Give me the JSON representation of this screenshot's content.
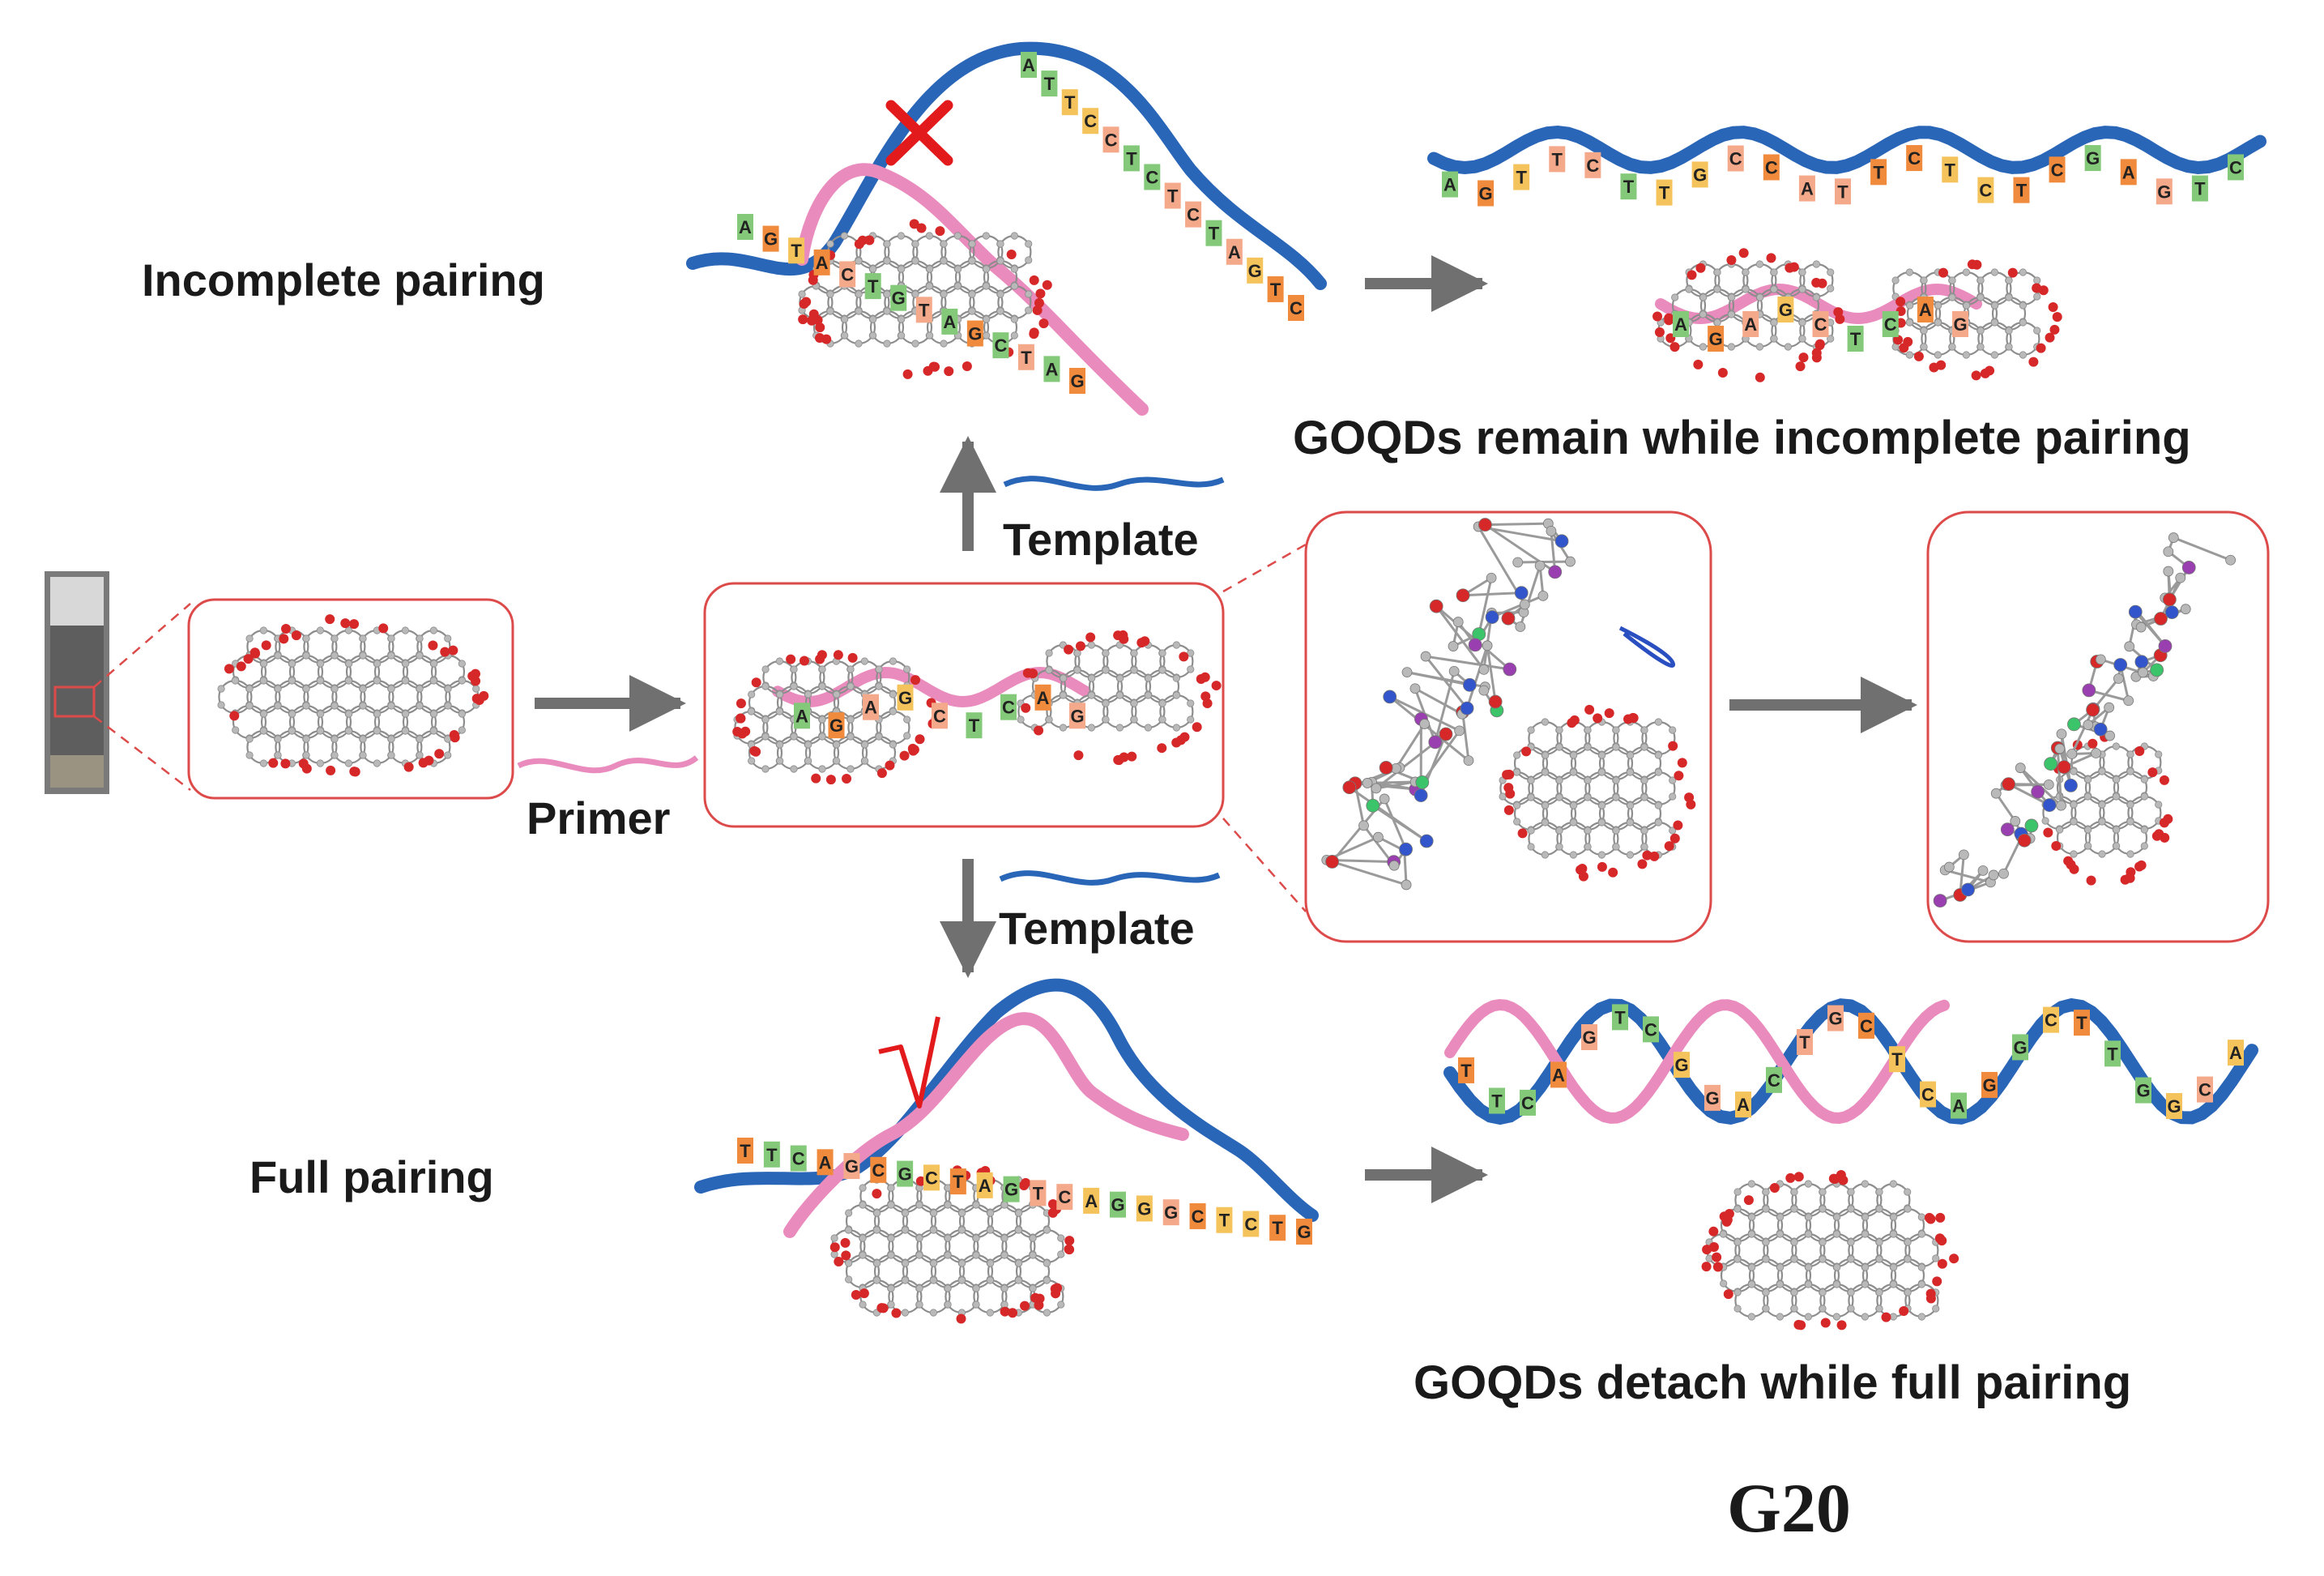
{
  "labels": {
    "incomplete_pairing": "Incomplete pairing",
    "full_pairing": "Full pairing",
    "template_top": "Template",
    "template_bottom": "Template",
    "primer": "Primer",
    "remain_caption": "GOQDs remain while incomplete pairing",
    "detach_caption": "GOQDs detach while full pairing",
    "figure_id": "G20"
  },
  "bases": {
    "incomplete_template": [
      "A",
      "T",
      "T",
      "C",
      "C",
      "T",
      "C",
      "T",
      "C",
      "T",
      "A",
      "G",
      "T",
      "C"
    ],
    "incomplete_primer": [
      "A",
      "G",
      "T",
      "A",
      "C",
      "T",
      "G",
      "T",
      "A",
      "G",
      "C",
      "T",
      "A",
      "G"
    ],
    "incomplete_top_strand": [
      "A",
      "G",
      "T",
      "T",
      "C",
      "T",
      "T",
      "G",
      "C",
      "C",
      "A",
      "T",
      "T",
      "C",
      "T",
      "C",
      "T",
      "C",
      "G",
      "A",
      "G",
      "T",
      "C"
    ],
    "incomplete_bottom_primer": [
      "A",
      "G",
      "A",
      "G",
      "C",
      "T",
      "C",
      "A",
      "G"
    ],
    "adsorbed_primer": [
      "A",
      "G",
      "A",
      "G",
      "C",
      "T",
      "C",
      "A",
      "G"
    ],
    "full_left": [
      "T",
      "T",
      "C",
      "A",
      "G",
      "C",
      "G",
      "C",
      "T",
      "A",
      "G",
      "T",
      "C",
      "A",
      "G",
      "G",
      "G",
      "C",
      "T",
      "C",
      "T",
      "G"
    ],
    "full_detached_top": [
      "T",
      "T",
      "C",
      "A",
      "G",
      "T",
      "C",
      "G",
      "G",
      "A",
      "C",
      "T",
      "G",
      "C",
      "T",
      "C",
      "A",
      "G",
      "G",
      "C",
      "T",
      "T",
      "G",
      "G",
      "C",
      "A"
    ]
  },
  "colors": {
    "template_strand": "#2a66b8",
    "primer_strand": "#ea8bbd",
    "arrow": "#707070",
    "box_border": "#dd4a4a",
    "cross_mark": "#e31a1c",
    "check_mark": "#e31a1c",
    "carbon_atom": "#b9b9b9",
    "oxygen_atom": "#d62828",
    "nitrogen_atom": "#3355cc",
    "phosphorus_atom": "#9a3fb0",
    "base_colors": [
      "#f08a3c",
      "#84c97a",
      "#f5c35c",
      "#f4a98a"
    ]
  }
}
